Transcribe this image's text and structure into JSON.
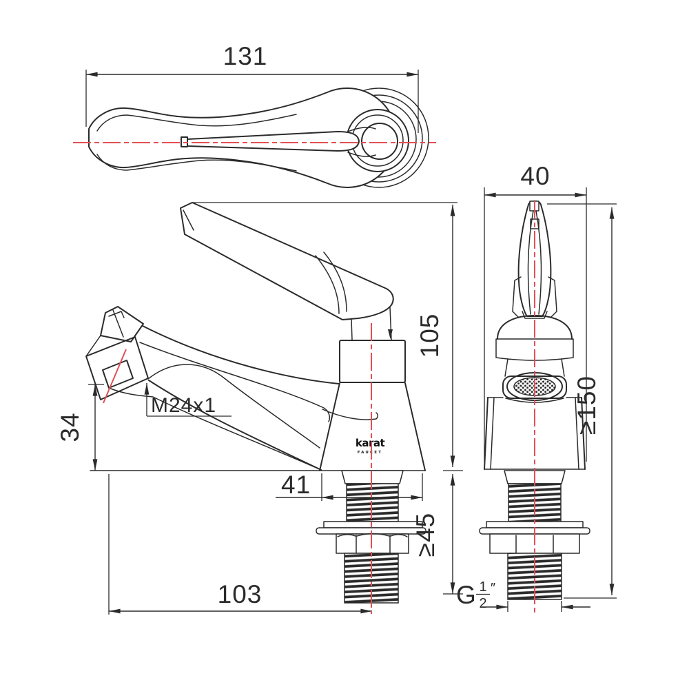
{
  "drawing": {
    "type": "technical-dimension-drawing",
    "subject": "single-handle basin faucet, three orthographic views",
    "brand": {
      "name": "karat",
      "tagline": "FAUCET"
    },
    "colors": {
      "line": "#2b2b2b",
      "centerline_red": "#e25055",
      "background": "#ffffff"
    },
    "dims": {
      "handle_length": "131",
      "height_above_deck": "105",
      "outlet_to_deck": "34",
      "outlet_thread": "M24x1",
      "base_width": "41",
      "deck_thickness": "≥45",
      "spout_reach": "103",
      "body_width": "40",
      "min_height": "≥150",
      "inlet_thread_g": "G",
      "inlet_thread_num": "1",
      "inlet_thread_den": "2",
      "inlet_thread_unit": "″"
    }
  }
}
